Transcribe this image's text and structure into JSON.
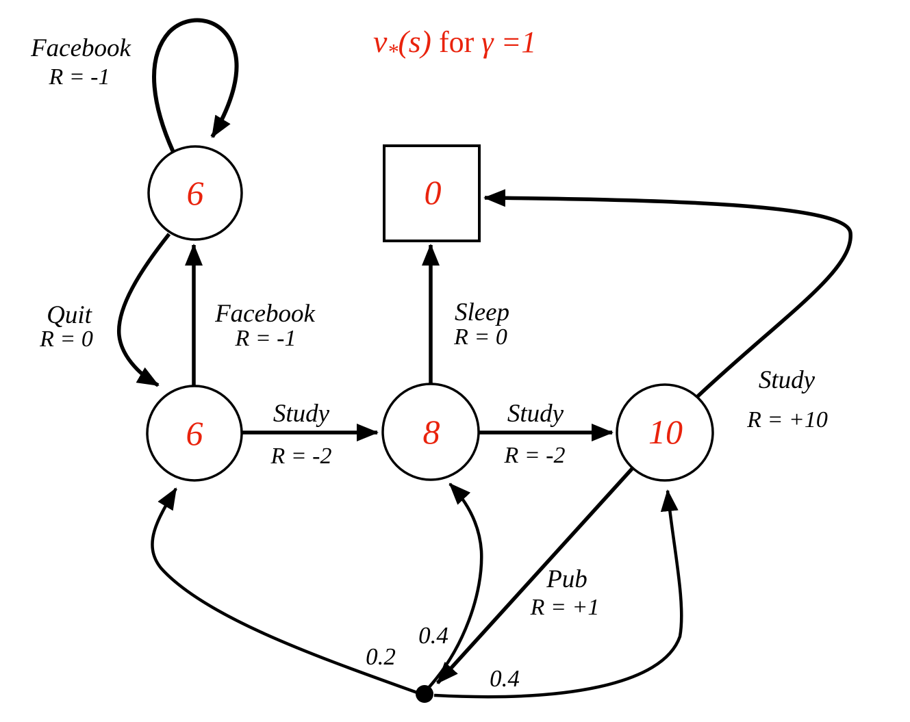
{
  "colors": {
    "accent_red": "#e9230d",
    "line": "#000000",
    "background": "#ffffff"
  },
  "title": {
    "v": "v",
    "star": "*",
    "s_arg": "(s)",
    "for_text": " for ",
    "gamma_eq": "γ =1"
  },
  "nodes": {
    "facebook": {
      "value": "6"
    },
    "class1": {
      "value": "6"
    },
    "class2": {
      "value": "8"
    },
    "class3": {
      "value": "10"
    },
    "terminal": {
      "value": "0"
    }
  },
  "edges": {
    "facebook_loop": {
      "action": "Facebook",
      "reward": "R = -1"
    },
    "quit": {
      "action": "Quit",
      "reward": "R = 0"
    },
    "facebook": {
      "action": "Facebook",
      "reward": "R = -1"
    },
    "study_class1": {
      "action": "Study",
      "reward": "R = -2"
    },
    "sleep": {
      "action": "Sleep",
      "reward": "R = 0"
    },
    "study_class2": {
      "action": "Study",
      "reward": "R = -2"
    },
    "study_class3": {
      "action": "Study",
      "reward": "R = +10"
    },
    "pub": {
      "action": "Pub",
      "reward": "R = +1"
    }
  },
  "probabilities": {
    "to_class1": "0.2",
    "to_class2": "0.4",
    "to_class3": "0.4"
  }
}
